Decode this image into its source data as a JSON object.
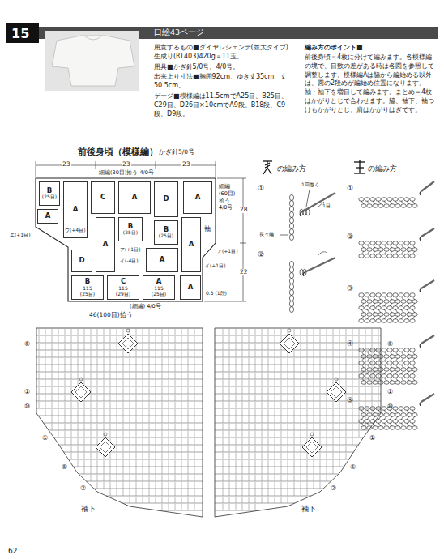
{
  "diagram": {
    "nodes": [
      {
        "text": [
          "B",
          "(25目)"
        ]
      },
      {
        "text": [
          "A"
        ]
      },
      {
        "text": [
          "A"
        ]
      },
      {
        "text": [
          "C"
        ]
      },
      {
        "text": [
          "A"
        ]
      },
      {
        "text": [
          "D"
        ]
      },
      {
        "text": [
          "A"
        ]
      },
      {
        "text": [
          "B",
          "(25目)"
        ]
      },
      {
        "text": [
          "B",
          "(25目)"
        ]
      },
      {
        "text": [
          "D"
        ]
      },
      {
        "text": [
          "A"
        ]
      },
      {
        "text": [
          "A"
        ]
      },
      {
        "text": [
          "A"
        ]
      },
      {
        "text": [
          "B",
          "115",
          "(25目)"
        ]
      },
      {
        "text": [
          "C",
          "115",
          "(29目)"
        ]
      },
      {
        "text": [
          "A",
          "115",
          "(25目)"
        ]
      },
      {
        "text": [
          "A"
        ]
      }
    ],
    "labels": [
      "15",
      "口絵43ページ",
      "用意するもの■ダイヤレシェンテ(並太タイプ) 生成り(RT403)420g＝11玉。",
      "用具■かぎ針5/0号、4/0号。",
      "出来上り寸法■胸囲92cm、ゆき丈35cm、丈50.5cm。",
      "ゲージ■模様編は11.5cmでA25目、B25目、C29目、D26目×10cmでA9段、B18段、C9段、D9段。",
      "編み方のポイント■",
      "前後身頃＝4枚に分けて編みます。各模様編の境で、目数の差がある時は各図を参照して調整します。模様編Aは脇から編始める以外は、図の2段めが編始め位置になります。袖・袖下を増目して編みます。まとめ＝4枚はかがりとじで合わせます。脇、袖下、袖つけもかがりとじ、肩はかがりはぎです。",
      "前後身頃（模様編）",
      "かぎ針5/0号",
      "23",
      "23",
      "23",
      "細編(30目)拾う 4/0号",
      "細編 (60目) 拾う 4/0号",
      "28",
      "22",
      "袖",
      "エ(+1目)",
      "ウ(+4目)",
      "ア(+1目)",
      "イ(-4目)",
      "ア(+1目)",
      "イ(+1目)",
      "0.5 (1段)",
      "(細編) 4/0号",
      "46(100目)拾う",
      "の編み方",
      "の編み方",
      "①",
      "1回巻く",
      "1目",
      "長々編",
      "②",
      "①",
      "②",
      "③",
      "④",
      "⑤",
      "⑤",
      "①",
      "⑩",
      "①",
      "⑤",
      "②",
      "袖下",
      "⑤",
      "①",
      "⑩",
      "①",
      "⑤",
      "②",
      "袖下",
      "62"
    ]
  }
}
